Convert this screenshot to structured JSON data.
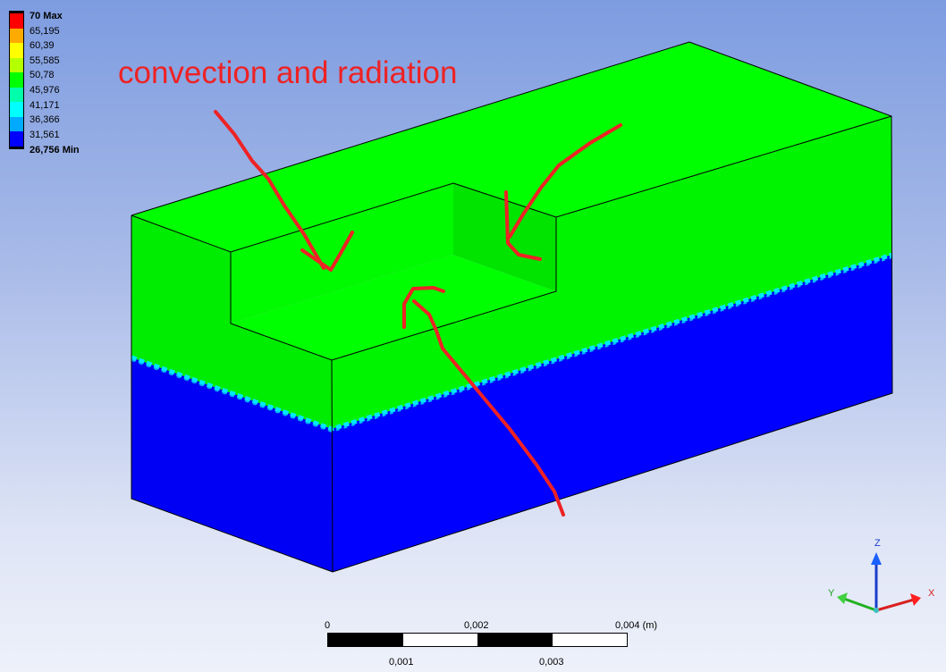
{
  "legend": {
    "items": [
      {
        "label": "70 Max",
        "color": "#ff0000",
        "bold": true
      },
      {
        "label": "65,195",
        "color": "#ffaa00"
      },
      {
        "label": "60,39",
        "color": "#ffff00"
      },
      {
        "label": "55,585",
        "color": "#b4ff00"
      },
      {
        "label": "50,78",
        "color": "#00ff00"
      },
      {
        "label": "45,976",
        "color": "#00ffaa"
      },
      {
        "label": "41,171",
        "color": "#00ffff"
      },
      {
        "label": "36,366",
        "color": "#00aaff"
      },
      {
        "label": "31,561",
        "color": "#0000ff"
      },
      {
        "label": "26,756 Min",
        "bold": true
      }
    ]
  },
  "annotation": {
    "text": "convection and radiation",
    "color": "#ee2224"
  },
  "scale_bar": {
    "top_labels": [
      "0",
      "0,002",
      "0,004 (m)"
    ],
    "bottom_labels": [
      "0,001",
      "0,003"
    ]
  },
  "triad": {
    "x": "X",
    "y": "Y",
    "z": "Z"
  },
  "colors": {
    "hot_zone": "#00ff00",
    "cold_zone": "#0000ff",
    "interface": "#00e8ff"
  }
}
